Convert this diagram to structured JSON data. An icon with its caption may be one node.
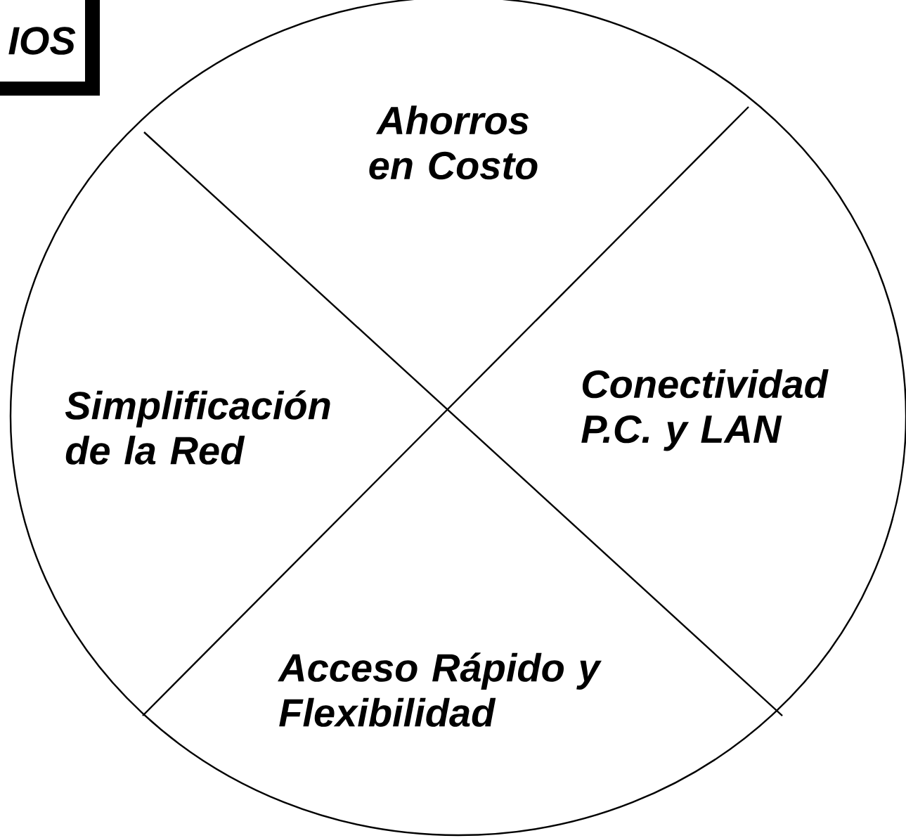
{
  "diagram": {
    "title": "IOS",
    "nodes": [
      {
        "text": [
          "Ahorros en Costo"
        ]
      },
      {
        "text": [
          "Simplificación de la Red"
        ]
      },
      {
        "text": [
          "Conectividad P.C. y LAN"
        ]
      },
      {
        "text": [
          "Acceso Rápido y Flexibilidad"
        ]
      }
    ]
  }
}
